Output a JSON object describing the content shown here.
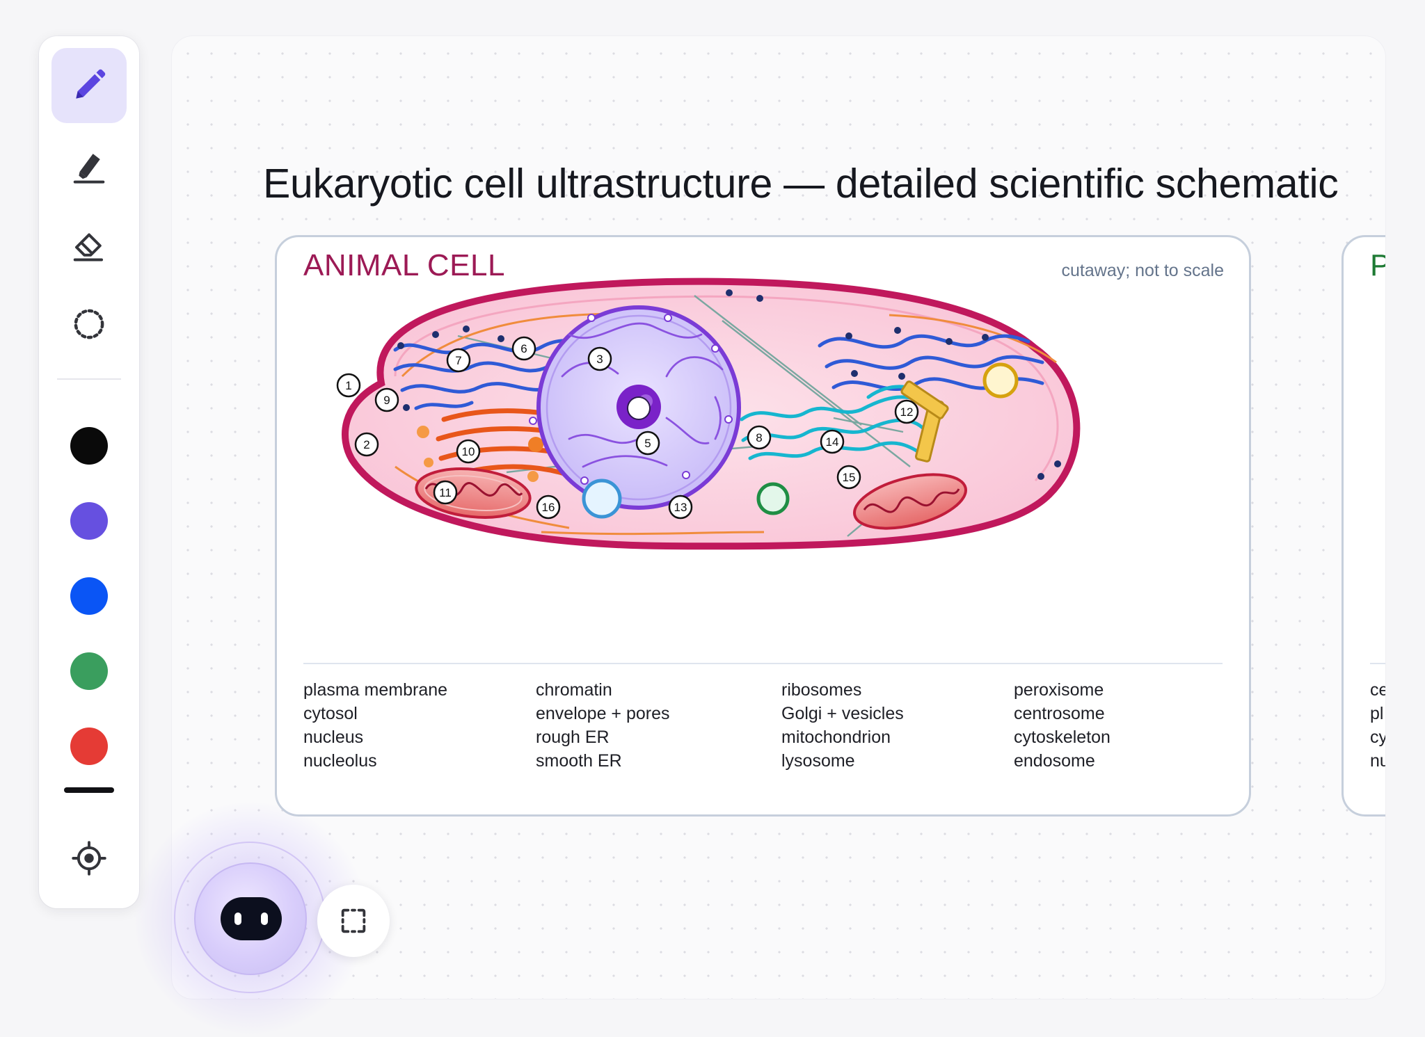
{
  "board": {
    "title": "Eukaryotic cell ultrastructure — detailed scientific schematic"
  },
  "animal_cell": {
    "title": "ANIMAL CELL",
    "note": "cutaway; not to scale",
    "legend": [
      [
        "plasma membrane",
        "cytosol",
        "nucleus",
        "nucleolus"
      ],
      [
        "chromatin",
        "envelope + pores",
        "rough ER",
        "smooth ER"
      ],
      [
        "ribosomes",
        "Golgi + vesicles",
        "mitochondrion",
        "lysosome"
      ],
      [
        "peroxisome",
        "centrosome",
        "cytoskeleton",
        "endosome"
      ]
    ],
    "markers": [
      "1",
      "2",
      "3",
      "5",
      "6",
      "7",
      "8",
      "9",
      "10",
      "11",
      "12",
      "13",
      "14",
      "15",
      "16"
    ]
  },
  "plant_cell": {
    "title": "P",
    "legend": [
      "ce",
      "pl",
      "cy",
      "nu"
    ]
  },
  "toolbar": {
    "tools": [
      "pencil-icon",
      "highlighter-icon",
      "eraser-icon",
      "lasso-icon"
    ],
    "colors": [
      "#0a0a0a",
      "#6650e0",
      "#0a55f5",
      "#3a9e5e",
      "#e53b35"
    ],
    "active_tool": "pencil-icon",
    "locate": "crosshair-icon"
  },
  "assistant": {
    "icon": "robot-face-icon",
    "select_icon": "selection-frame-icon"
  }
}
